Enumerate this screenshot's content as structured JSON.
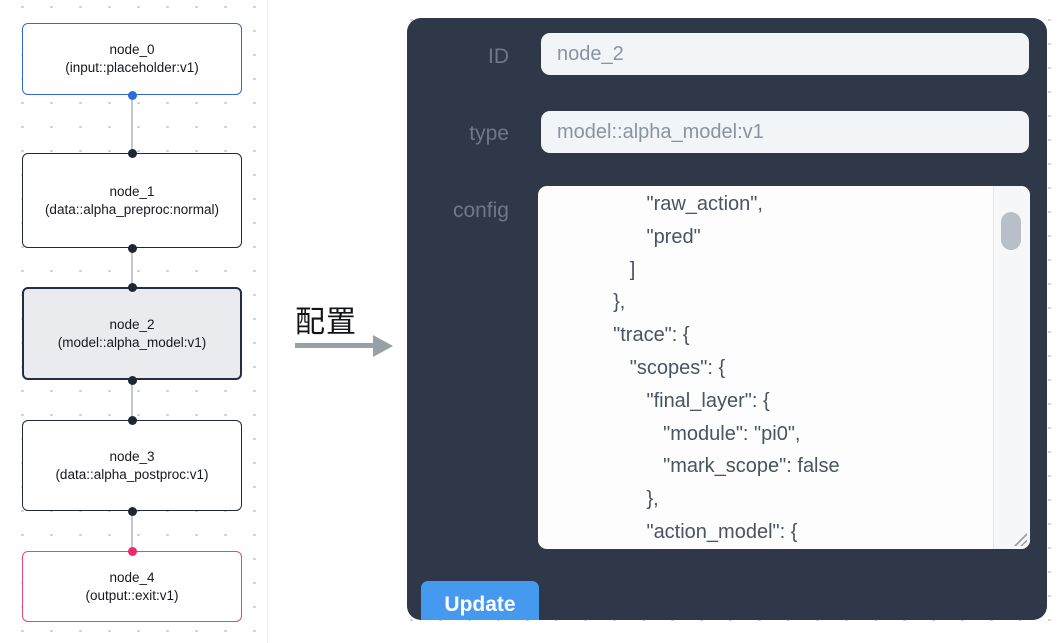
{
  "colors": {
    "panel-bg": "#2e3849",
    "accent-blue": "#2f6bce",
    "accent-pink": "#e8457f",
    "dot-blue": "#2b6cd9",
    "dot-pink": "#ef2770",
    "button-blue": "#459af0",
    "input-bg": "#f2f5f8",
    "input-text": "#8a93a1",
    "label-gray": "#6f7887",
    "config-text": "#4a5361"
  },
  "flow": {
    "nodes": [
      {
        "title": "node_0",
        "subtitle": "(input::placeholder:v1)",
        "role": "input"
      },
      {
        "title": "node_1",
        "subtitle": "(data::alpha_preproc:normal)",
        "role": "default"
      },
      {
        "title": "node_2",
        "subtitle": "(model::alpha_model:v1)",
        "role": "selected"
      },
      {
        "title": "node_3",
        "subtitle": "(data::alpha_postproc:v1)",
        "role": "default"
      },
      {
        "title": "node_4",
        "subtitle": "(output::exit:v1)",
        "role": "output"
      }
    ]
  },
  "annotation": {
    "label": "配置"
  },
  "panel": {
    "id_field": {
      "label": "ID",
      "value": "node_2"
    },
    "type_field": {
      "label": "type",
      "value": "model::alpha_model:v1"
    },
    "config_field": {
      "label": "config"
    },
    "config_lines": [
      "                 \"raw_action\",",
      "                 \"pred\"",
      "              ]",
      "           },",
      "           \"trace\": {",
      "              \"scopes\": {",
      "                 \"final_layer\": {",
      "                    \"module\": \"pi0\",",
      "                    \"mark_scope\": false",
      "                 },",
      "                 \"action_model\": {"
    ],
    "update_button": "Update"
  }
}
